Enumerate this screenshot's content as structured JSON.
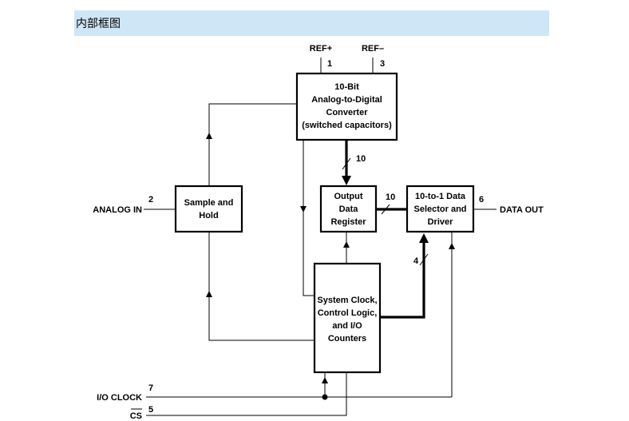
{
  "header": {
    "title": "内部框图"
  },
  "blocks": {
    "adc": {
      "lines": [
        "10-Bit",
        "Analog-to-Digital",
        "Converter",
        "(switched capacitors)"
      ]
    },
    "sample_hold": {
      "lines": [
        "Sample and",
        "Hold"
      ]
    },
    "output_register": {
      "lines": [
        "Output",
        "Data",
        "Register"
      ]
    },
    "data_selector": {
      "lines": [
        "10-to-1 Data",
        "Selector and",
        "Driver"
      ]
    },
    "control_logic": {
      "lines": [
        "System Clock,",
        "Control Logic,",
        "and I/O",
        "Counters"
      ]
    }
  },
  "pins": {
    "ref_plus": {
      "label": "REF+",
      "number": "1"
    },
    "ref_minus": {
      "label": "REF–",
      "number": "3"
    },
    "analog_in": {
      "label": "ANALOG IN",
      "number": "2"
    },
    "data_out": {
      "label": "DATA OUT",
      "number": "6"
    },
    "io_clock": {
      "label": "I/O CLOCK",
      "number": "7"
    },
    "cs": {
      "label": "CS",
      "number": "5"
    }
  },
  "bus_widths": {
    "adc_to_register": "10",
    "register_to_selector": "10",
    "control_to_selector": "4"
  }
}
